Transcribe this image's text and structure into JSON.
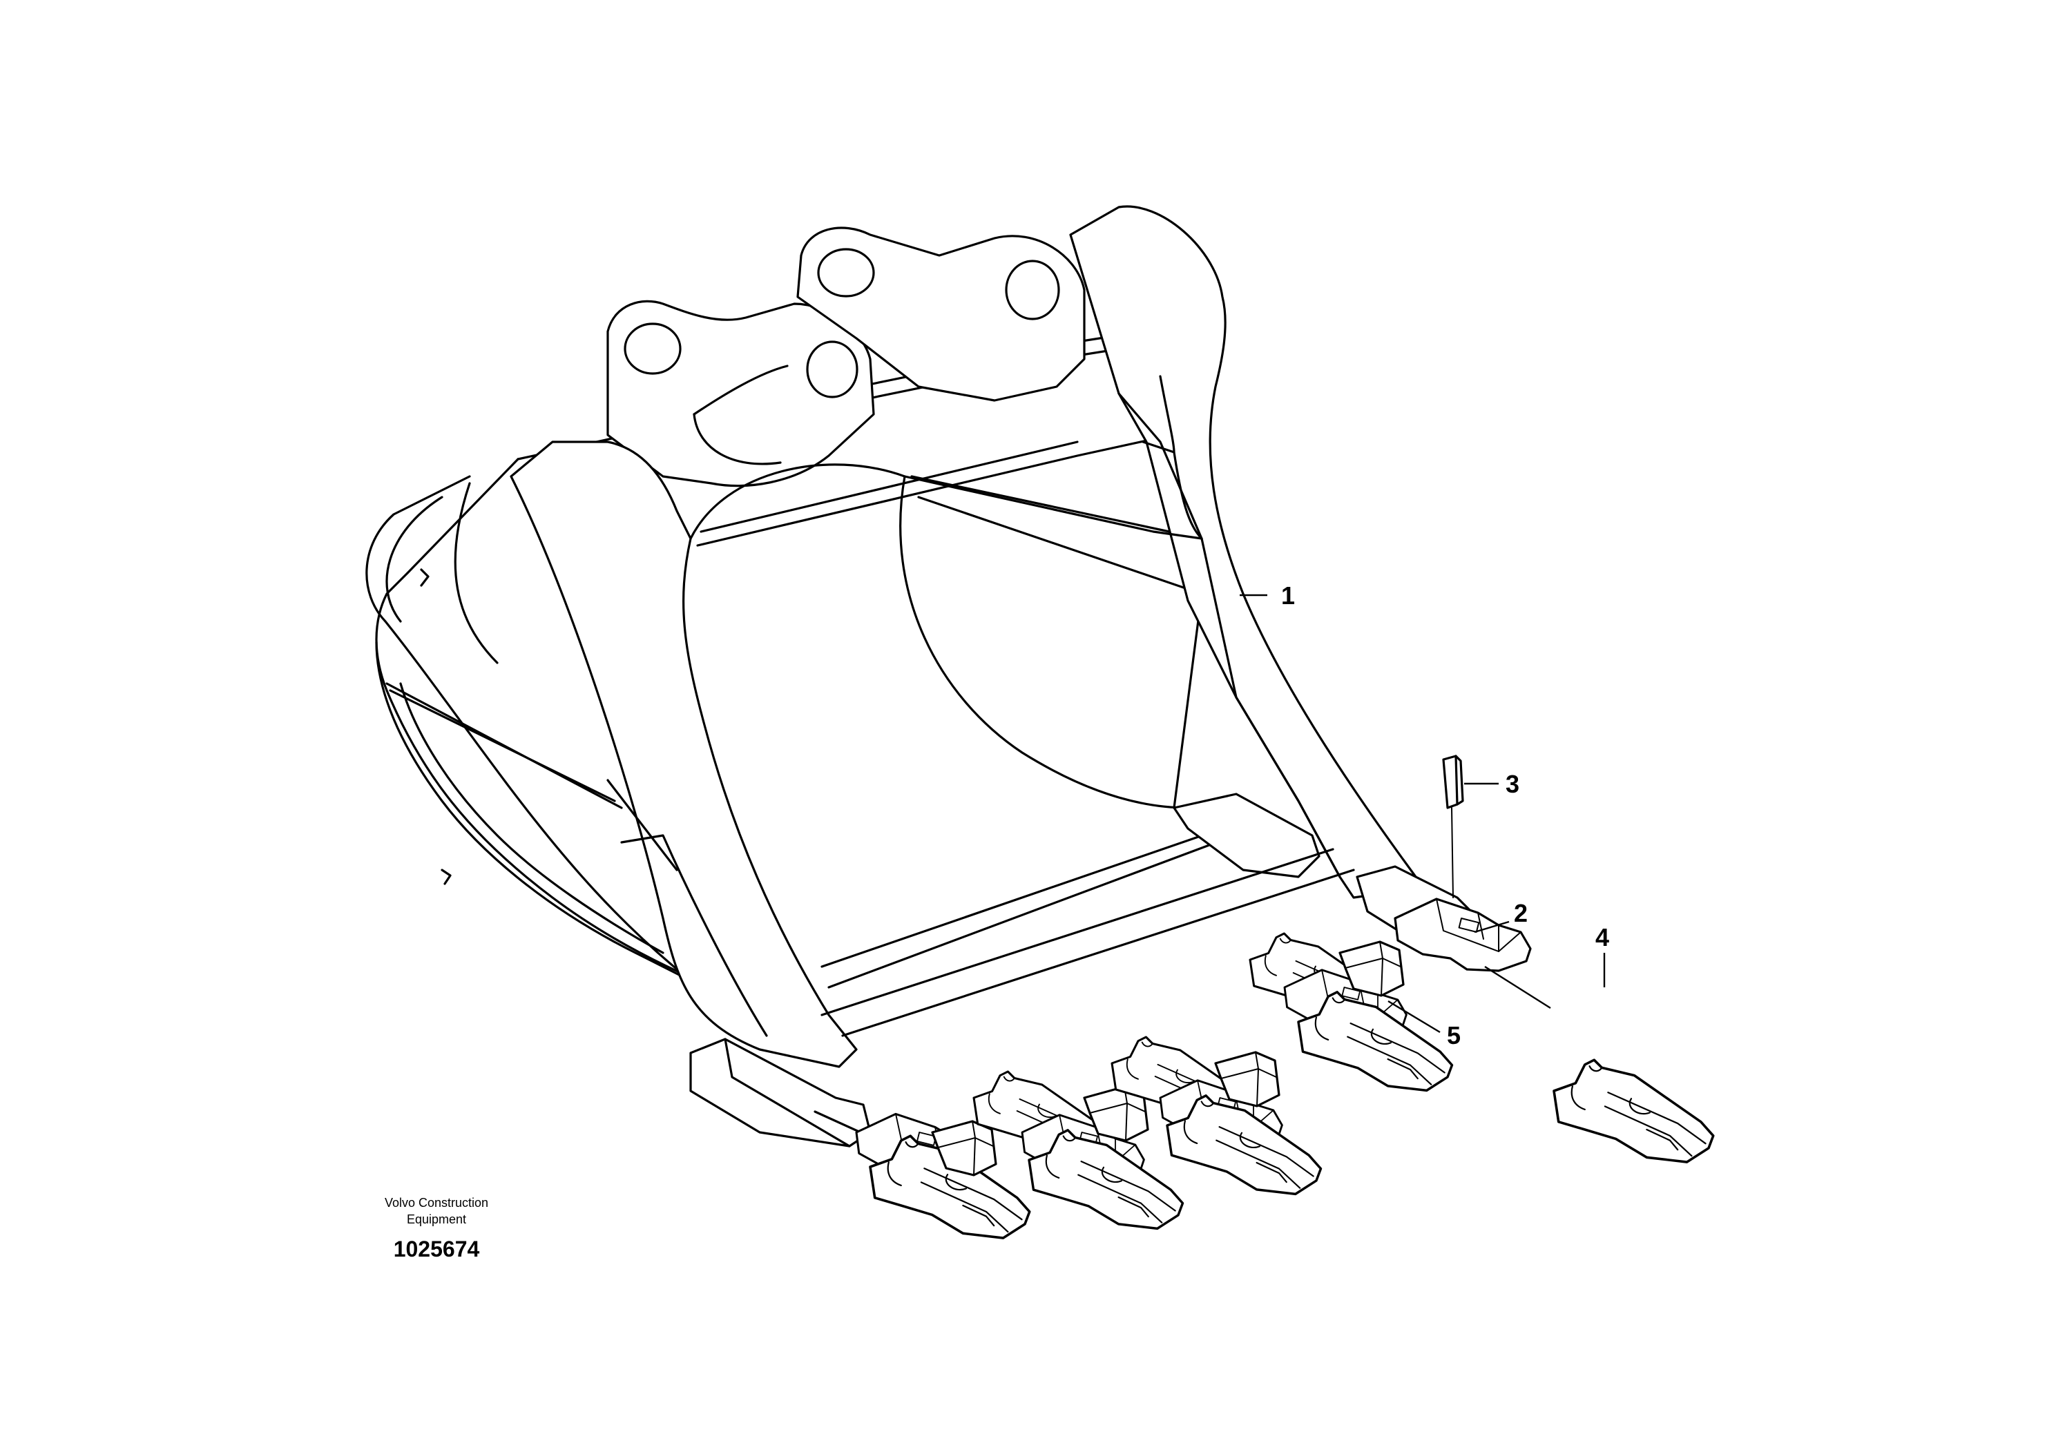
{
  "callouts": [
    {
      "id": "1",
      "label": "1"
    },
    {
      "id": "2",
      "label": "2"
    },
    {
      "id": "3",
      "label": "3"
    },
    {
      "id": "4",
      "label": "4"
    },
    {
      "id": "5",
      "label": "5"
    }
  ],
  "credit": {
    "line1": "Volvo Construction",
    "line2": "Equipment",
    "part_number": "1025674"
  }
}
